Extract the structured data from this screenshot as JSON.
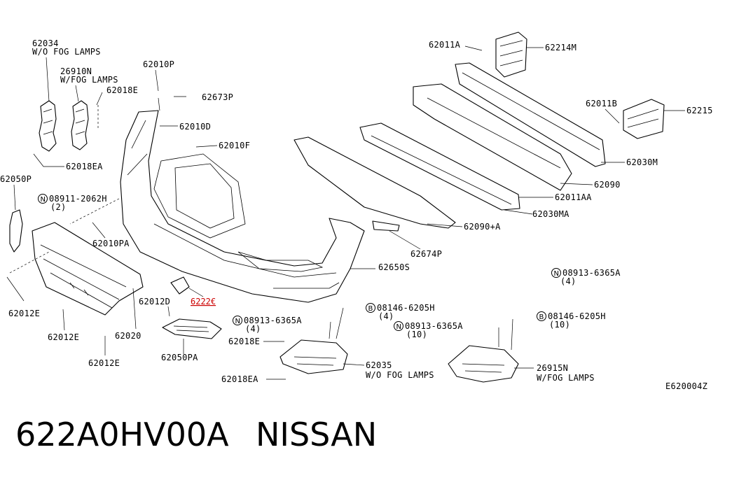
{
  "diagram": {
    "labels": {
      "l62034": "62034",
      "l62034_note": "W/O FOG LAMPS",
      "l26910N": "26910N",
      "l26910N_note": "W/FOG LAMPS",
      "l62018E_top": "62018E",
      "l62010P": "62010P",
      "l62673P": "62673P",
      "l62010D": "62010D",
      "l62010F": "62010F",
      "l62018EA_left": "62018EA",
      "l62050P": "62050P",
      "l08911": "08911-2062H",
      "l08911_qty": "(2)",
      "l62010PA": "62010PA",
      "l62012E_a": "62012E",
      "l62012E_b": "62012E",
      "l62012E_c": "62012E",
      "l62020": "62020",
      "l62012D": "62012D",
      "l6222x": "6222€",
      "l62050PA": "62050PA",
      "l62011A": "62011A",
      "l62214M": "62214M",
      "l62011B": "62011B",
      "l62215": "62215",
      "l62030M": "62030M",
      "l62090": "62090",
      "l62011AA": "62011AA",
      "l62030MA": "62030MA",
      "l62090A": "62090+A",
      "l62674P": "62674P",
      "l62650S": "62650S",
      "l08913_r": "08913-6365A",
      "l08913_r_qty": "(4)",
      "l08146_a": "08146-6205H",
      "l08146_a_qty": "(4)",
      "l08913_m": "08913-6365A",
      "l08913_m_qty": "(4)",
      "l08913_n": "08913-6365A",
      "l08913_n_qty": "(10)",
      "l08146_b": "08146-6205H",
      "l08146_b_qty": "(10)",
      "l62018E_mid": "62018E",
      "l62035": "62035",
      "l62035_note": "W/O FOG LAMPS",
      "l62018EA_bot": "62018EA",
      "l26915N": "26915N",
      "l26915N_note": "W/FOG LAMPS",
      "code": "E620004Z"
    },
    "symbols": {
      "n": "N",
      "b": "B"
    }
  },
  "footer": {
    "part_number": "622A0HV00A",
    "brand": "NISSAN"
  }
}
